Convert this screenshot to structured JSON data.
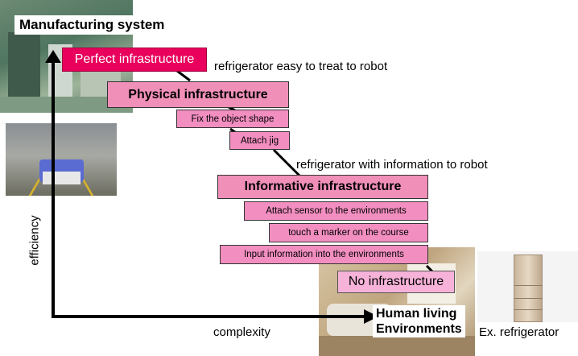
{
  "top_label": "Manufacturing system",
  "bottom_label_line1": "Human living",
  "bottom_label_line2": "Environments",
  "axis": {
    "y_label": "efficiency",
    "x_label": "complexity"
  },
  "levels": {
    "perfect": {
      "label": "Perfect infrastructure",
      "color": "#e8005c"
    },
    "physical": {
      "label": "Physical infrastructure",
      "color": "#f08fb8"
    },
    "fix_shape": "Fix the object shape",
    "attach_jig": "Attach jig",
    "informative": "Informative infrastructure",
    "attach_sensor": "Attach sensor to the environments",
    "touch_marker": "touch a marker on the course",
    "input_info": "Input information into the environments",
    "none": "No infrastructure"
  },
  "notes": {
    "easy": "refrigerator easy to treat to robot",
    "with_info": "refrigerator with information to robot"
  },
  "example_caption": "Ex. refrigerator"
}
